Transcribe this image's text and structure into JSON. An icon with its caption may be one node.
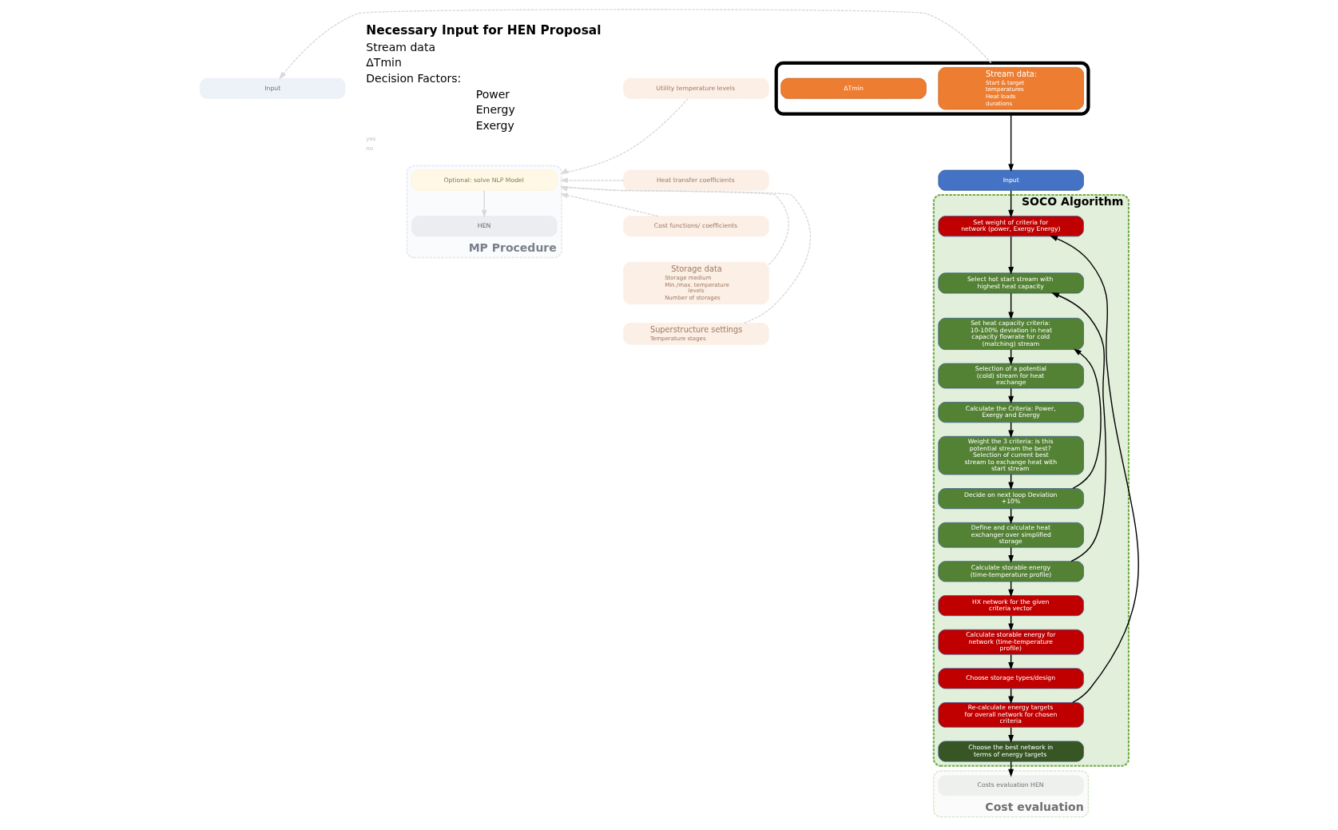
{
  "diagram": {
    "nodes": [
      {
        "text": [
          "Input"
        ]
      },
      {
        "text": [
          "MP Procedure"
        ]
      },
      {
        "text": [
          "Optional: solve NLP Model"
        ],
        "in": 1
      },
      {
        "text": [
          "HEN"
        ],
        "in": 1
      },
      {
        "text": [],
        "shape": "box"
      },
      {
        "text": [
          "Stream data:",
          "Start & target temperatures",
          "Heat loads",
          "durations"
        ],
        "in": 4
      },
      {
        "text": [
          "ΔTmin"
        ],
        "in": 4
      },
      {
        "text": [
          "Utility temperature levels"
        ]
      },
      {
        "text": [
          "Heat transfer coefficients"
        ]
      },
      {
        "text": [
          "Cost functions/ coefficients"
        ]
      },
      {
        "text": [
          "Storage data",
          "Storage medium",
          "Min./max. temperature levels",
          "Number of storages"
        ]
      },
      {
        "text": [
          "Superstructure settings",
          "Temperature stages"
        ]
      },
      {
        "text": [
          "Input"
        ]
      },
      {
        "text": [
          "SOCO Algorithm"
        ]
      },
      {
        "text": [
          "Set weight of criteria for network (power, Exergy Energy)"
        ],
        "in": 13
      },
      {
        "text": [
          "Select hot start stream with highest heat capacity"
        ],
        "in": 13
      },
      {
        "text": [
          "Set heat capacity criteria: 10-100% deviation in heat capacity flowrate for cold (matching) stream"
        ],
        "in": 13
      },
      {
        "text": [
          "Selection of a potential (cold) stream for heat exchange"
        ],
        "in": 13
      },
      {
        "text": [
          "Calculate the Criteria: Power, Exergy and Energy"
        ],
        "in": 13
      },
      {
        "text": [
          "Weight the 3 criteria: is this potential stream the best? Selection of current best stream to exchange heat with start stream"
        ],
        "in": 13
      },
      {
        "text": [
          "Decide on next loop Deviation +10%"
        ],
        "in": 13
      },
      {
        "text": [
          "Define and calculate heat exchanger over simplified storage"
        ],
        "in": 13
      },
      {
        "text": [
          "Calculate storable energy (time-temperature profile)"
        ],
        "in": 13
      },
      {
        "text": [
          "HX network for the given criteria vector"
        ],
        "in": 13
      },
      {
        "text": [
          "Calculate storable energy for network (time-temperature profile)"
        ],
        "in": 13
      },
      {
        "text": [
          "Choose storage types/design"
        ],
        "in": 13
      },
      {
        "text": [
          "Re-calculate energy targets for overall network for chosen criteria"
        ],
        "in": 13
      },
      {
        "text": [
          "Choose the best network in terms of energy targets"
        ],
        "in": 13
      },
      {
        "text": [
          "Cost evaluation"
        ]
      },
      {
        "text": [
          "Costs evaluation HEN"
        ],
        "in": 28
      }
    ],
    "edges": [
      {
        "from": 4,
        "to": 12,
        "arrow": "to"
      },
      {
        "from": 4,
        "to": 0,
        "arrow": "to",
        "style": "dashed",
        "color": "#d9d9d9"
      },
      {
        "from": 7,
        "to": 1,
        "arrow": "to",
        "style": "dashed",
        "color": "#d9d9d9"
      },
      {
        "from": 8,
        "to": 1,
        "arrow": "to",
        "style": "dashed",
        "color": "#d9d9d9"
      },
      {
        "from": 9,
        "to": 1,
        "arrow": "to",
        "style": "dashed",
        "color": "#d9d9d9"
      },
      {
        "from": 10,
        "to": 1,
        "arrow": "to",
        "style": "dashed",
        "color": "#d9d9d9"
      },
      {
        "from": 11,
        "to": 1,
        "arrow": "to",
        "style": "dashed",
        "color": "#d9d9d9"
      },
      {
        "from": 2,
        "to": 3,
        "arrow": "to",
        "color": "#d9d9d9"
      },
      {
        "from": 12,
        "to": 14,
        "arrow": "to"
      },
      {
        "from": 14,
        "to": 15,
        "arrow": "to"
      },
      {
        "from": 15,
        "to": 16,
        "arrow": "to"
      },
      {
        "from": 16,
        "to": 17,
        "arrow": "to"
      },
      {
        "from": 17,
        "to": 18,
        "arrow": "to"
      },
      {
        "from": 18,
        "to": 19,
        "arrow": "to"
      },
      {
        "from": 19,
        "to": 20,
        "arrow": "to"
      },
      {
        "from": 20,
        "to": 16,
        "arrow": "to"
      },
      {
        "from": 20,
        "to": 21,
        "arrow": "to"
      },
      {
        "from": 21,
        "to": 22,
        "arrow": "to"
      },
      {
        "from": 22,
        "to": 23,
        "arrow": "to"
      },
      {
        "from": 22,
        "to": 15,
        "arrow": "to"
      },
      {
        "from": 23,
        "to": 24,
        "arrow": "to"
      },
      {
        "from": 24,
        "to": 25,
        "arrow": "to"
      },
      {
        "from": 25,
        "to": 26,
        "arrow": "to"
      },
      {
        "from": 26,
        "to": 14,
        "arrow": "to"
      },
      {
        "from": 26,
        "to": 27,
        "arrow": "to"
      },
      {
        "from": 27,
        "to": 29,
        "arrow": "to"
      }
    ],
    "labels": [
      "Necessary Input for HEN Proposal",
      "Stream data",
      "ΔTmin",
      "Decision Factors:",
      "Power",
      "Energy",
      "Exergy",
      "yes",
      "no"
    ]
  }
}
